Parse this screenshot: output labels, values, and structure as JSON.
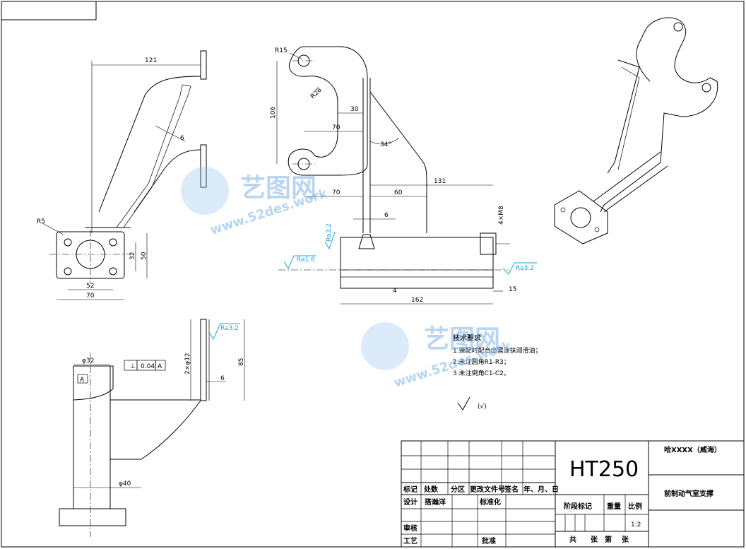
{
  "watermark": {
    "brand": "艺图网",
    "site": "www.52des.work"
  },
  "front_view": {
    "dim_121": "121",
    "dim_6": "6",
    "dim_r5": "R5",
    "dim_52": "52",
    "dim_70": "70",
    "dim_32": "32",
    "dim_50": "50"
  },
  "top_view": {
    "r15": "R15",
    "r28": "R28",
    "d106": "106",
    "d30": "30",
    "d70a": "70",
    "d34": "34°",
    "d131": "131",
    "d70b": "70",
    "d60": "60",
    "d6": "6",
    "thread": "4×M8",
    "ra32_top": "Ra3.2",
    "ra16": "Ra1.6",
    "ra32_right": "Ra3.2",
    "d4": "4",
    "d15": "15",
    "d162": "162"
  },
  "side_view": {
    "phi32": "φ32",
    "tol_flat": "0.04",
    "tol_datum": "A",
    "datum_label": "A",
    "holes": "2×φ12",
    "ra32": "Ra3.2",
    "d85": "85",
    "d6": "6",
    "phi40": "φ40"
  },
  "tech_req": {
    "title": "技术要求",
    "items": [
      "1.装配时配合出需涂抹润滑油；",
      "2.未注圆角R1-R3；",
      "3.未注倒角C1-C2。"
    ],
    "rough_symbol": "(√)"
  },
  "title_block": {
    "material": "HT250",
    "company": "哈XXXX（威海）",
    "part_name": "前制动气室支撑",
    "labels": {
      "mark": "标记",
      "count": "处数",
      "zone": "分区",
      "change_doc": "更改文件号",
      "signature": "签名",
      "date": "年、月、日",
      "design": "设计",
      "designer": "搭瀚洋",
      "standardize": "标准化",
      "stage": "阶段标记",
      "weight": "重量",
      "scale": "比例",
      "scale_value": "1:2",
      "review": "审核",
      "process": "工艺",
      "approve": "批准",
      "total": "共",
      "sheets": "张",
      "page": "第",
      "sheet2": "张"
    }
  }
}
